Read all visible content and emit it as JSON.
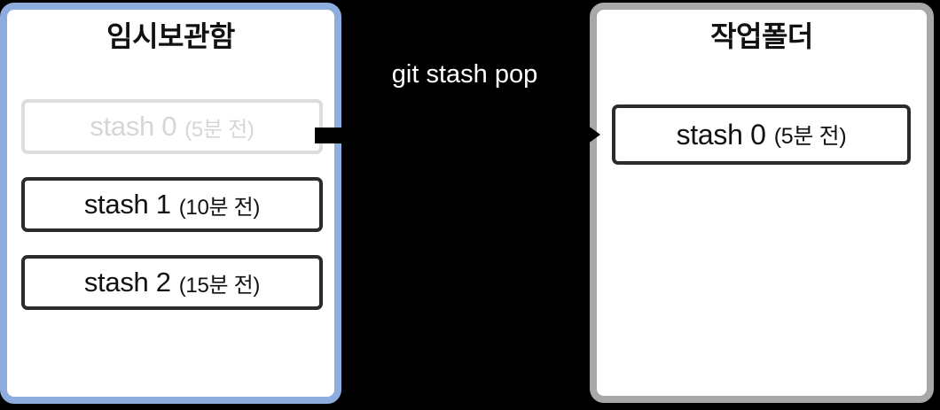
{
  "diagram": {
    "type": "flow",
    "background_color": "#000000",
    "arrow_label": "git stash pop",
    "arrow_color": "#000000",
    "panels": [
      {
        "id": "stash-list",
        "title": "임시보관함",
        "border_color": "#8eadde",
        "background_color": "#ffffff",
        "items": [
          {
            "name": "stash 0",
            "time": "(5분 전)",
            "state": "removed"
          },
          {
            "name": "stash 1",
            "time": "(10분 전)",
            "state": "present"
          },
          {
            "name": "stash 2",
            "time": "(15분 전)",
            "state": "present"
          }
        ]
      },
      {
        "id": "working-directory",
        "title": "작업폴더",
        "border_color": "#a8a8a8",
        "background_color": "#ffffff",
        "items": [
          {
            "name": "stash 0",
            "time": "(5분 전)",
            "state": "present"
          }
        ]
      }
    ]
  }
}
